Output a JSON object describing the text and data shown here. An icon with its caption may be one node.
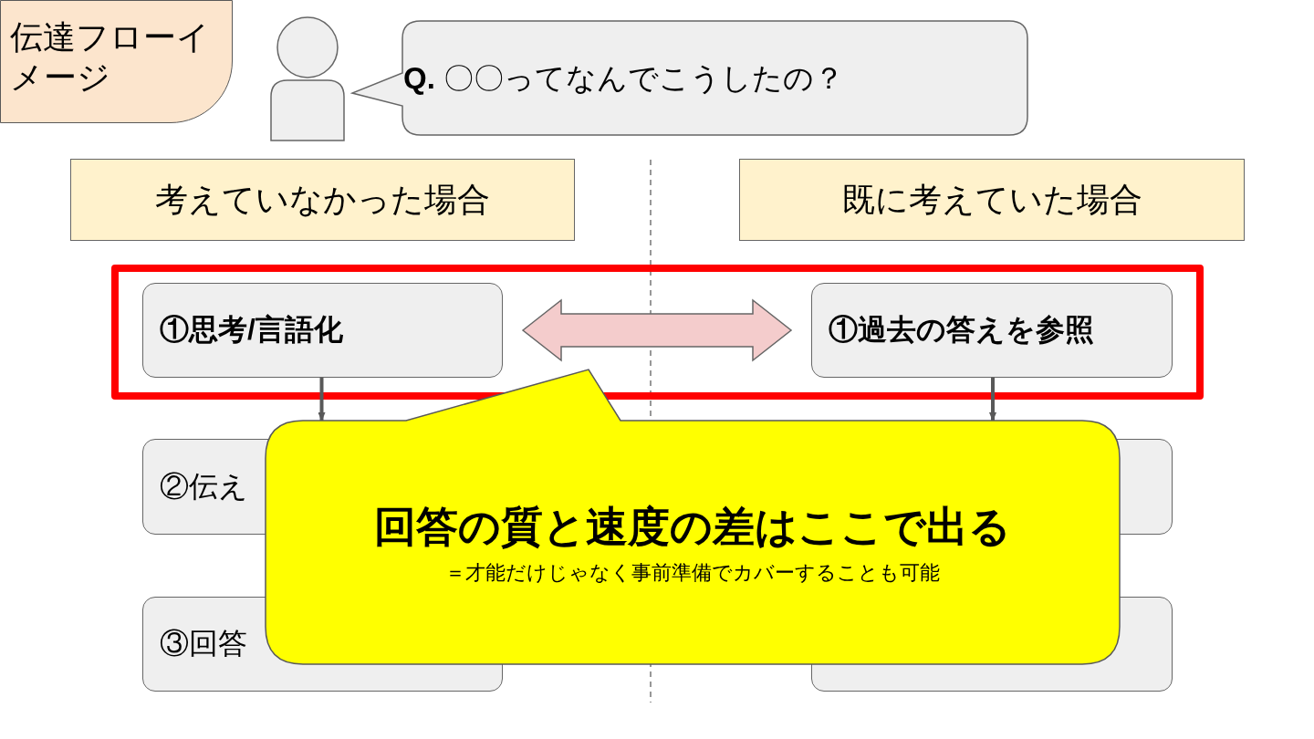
{
  "diagram": {
    "nodes": [
      {
        "text": [
          "伝達フローイメージ"
        ]
      },
      {
        "text": [],
        "shape": "person"
      },
      {
        "text": [
          "**Q.** 〇〇ってなんでこうしたの？"
        ]
      },
      {
        "text": [
          "考えていなかった場合"
        ]
      },
      {
        "text": [
          "既に考えていた場合"
        ]
      },
      {
        "text": [],
        "shape": "box"
      },
      {
        "text": [
          "①思考/言語化"
        ],
        "in": 5
      },
      {
        "text": [
          "①過去の答えを参照"
        ],
        "in": 5
      },
      {
        "text": [
          "②伝え"
        ]
      },
      {
        "text": [],
        "shape": "box"
      },
      {
        "text": [
          "③回答"
        ]
      },
      {
        "text": [],
        "shape": "box"
      },
      {
        "text": [
          "回答の質と速度の差はここで出る",
          "＝才能だけじゃなく事前準備でカバーすることも可能"
        ]
      }
    ],
    "edges": [
      {
        "from": 6,
        "to": 7,
        "arrow": "both"
      },
      {
        "from": 6,
        "to": 8,
        "arrow": "to"
      },
      {
        "from": 7,
        "to": 9,
        "arrow": "to"
      }
    ]
  }
}
